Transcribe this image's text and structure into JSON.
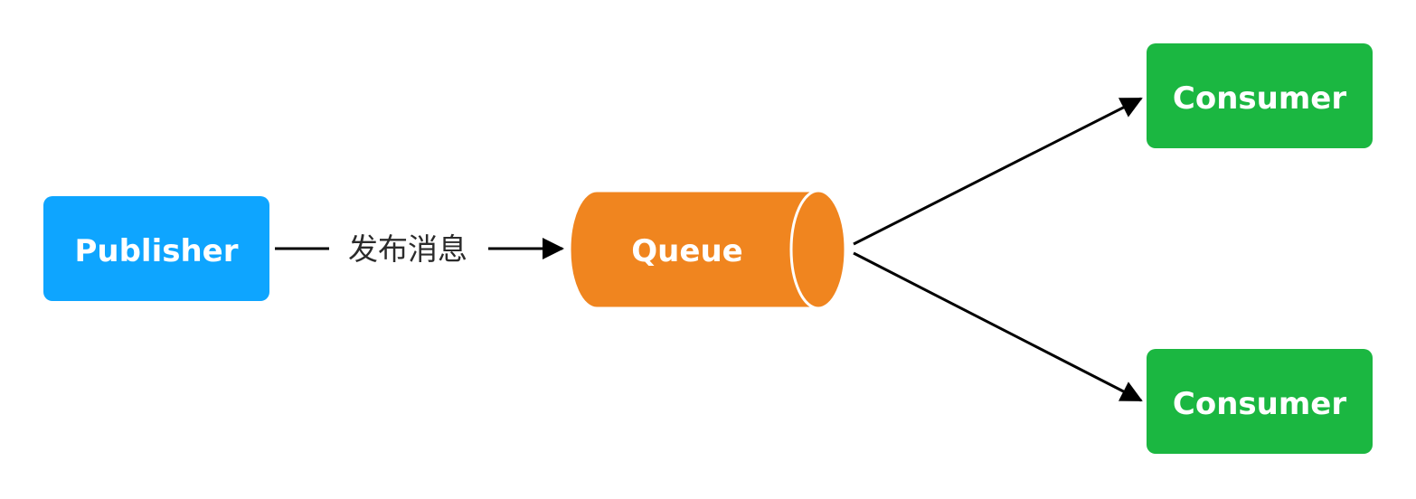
{
  "nodes": {
    "publisher": {
      "label": "Publisher",
      "color": "#0ea5ff"
    },
    "queue": {
      "label": "Queue",
      "color": "#f0851f"
    },
    "consumer_top": {
      "label": "Consumer",
      "color": "#1bb741"
    },
    "consumer_bottom": {
      "label": "Consumer",
      "color": "#1bb741"
    }
  },
  "edges": {
    "publish": {
      "label": "发布消息"
    }
  }
}
